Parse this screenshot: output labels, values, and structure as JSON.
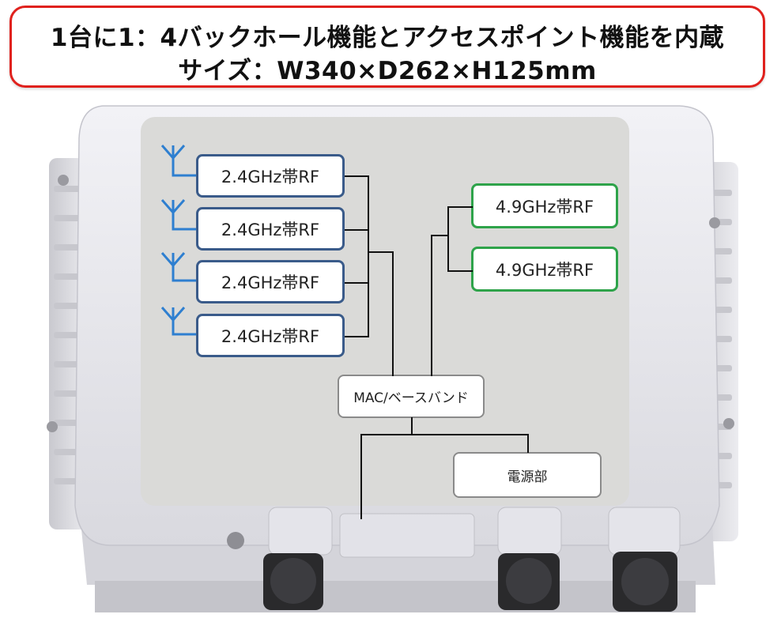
{
  "banner": {
    "line1": "1台に1：4バックホール機能とアクセスポイント機能を内蔵",
    "line2": "サイズ：W340×D262×H125mm"
  },
  "diagram": {
    "rf_24": [
      {
        "label": "2.4GHz帯RF"
      },
      {
        "label": "2.4GHz帯RF"
      },
      {
        "label": "2.4GHz帯RF"
      },
      {
        "label": "2.4GHz帯RF"
      }
    ],
    "rf_49": [
      {
        "label": "4.9GHz帯RF"
      },
      {
        "label": "4.9GHz帯RF"
      }
    ],
    "mac": {
      "label": "MAC/ベースバンド"
    },
    "power": {
      "label": "電源部"
    }
  },
  "colors": {
    "banner_border": "#e0211d",
    "rf24_border": "#3a5b8a",
    "antenna": "#2e7fd0",
    "rf49_border": "#2ea34a",
    "panel": "#dadad8",
    "device_body": "#e9e9ee"
  },
  "icons": [
    "antenna-icon",
    "screw-icon",
    "connector-icon"
  ]
}
